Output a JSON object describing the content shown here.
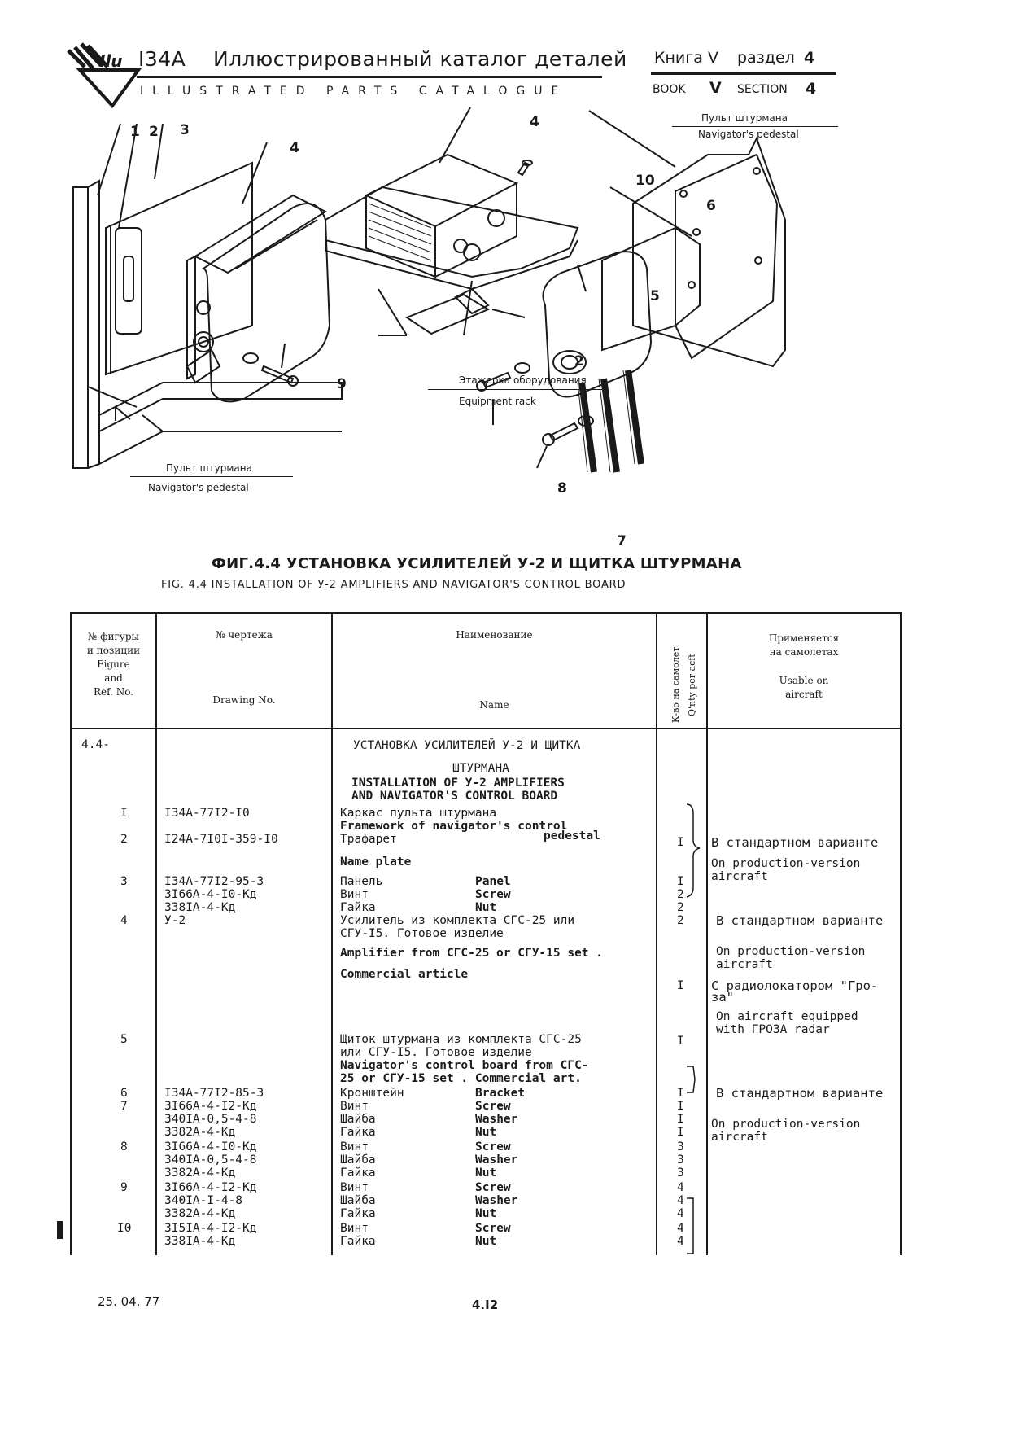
{
  "header": {
    "model": "I34A",
    "title_ru": "Иллюстрированный каталог деталей",
    "title_en": "ILLUSTRATED PARTS CATALOGUE",
    "book_ru_label": "Книга",
    "book_ru_num": "V",
    "section_ru_label": "раздел",
    "section_ru_num": "4",
    "book_en_label": "BOOK",
    "book_en_num": "V",
    "section_en_label": "SECTION",
    "section_en_num": "4"
  },
  "figure": {
    "labels": {
      "pedestal_ru_top": "Пульт штурмана",
      "pedestal_en_top": "Navigator's pedestal",
      "rack_ru": "Этажерка оборудования",
      "rack_en": "Equipment rack",
      "pedestal_ru_bottom": "Пульт штурмана",
      "pedestal_en_bottom": "Navigator's pedestal"
    },
    "callouts": [
      "1",
      "2",
      "3",
      "4",
      "4",
      "10",
      "6",
      "5",
      "2",
      "9",
      "8",
      "7"
    ],
    "caption_ru": "ФИГ.4.4 УСТАНОВКА УСИЛИТЕЛЕЙ У-2 И ЩИТКА ШТУРМАНА",
    "caption_en": "FIG. 4.4 INSTALLATION OF У-2 AMPLIFIERS AND NAVIGATOR'S CONTROL BOARD"
  },
  "table": {
    "headers": {
      "fig_ru": [
        "№ фигуры",
        "и позиции"
      ],
      "fig_en": [
        "Figure",
        "and",
        "Ref. No."
      ],
      "drawing_ru": "№ чертежа",
      "drawing_en": "Drawing No.",
      "name_ru": "Наименование",
      "name_en": "Name",
      "qty_ru": "К-во на самолет",
      "qty_en": "Q'nty per acft",
      "usable_ru": [
        "Применяется",
        "на самолетах"
      ],
      "usable_en": [
        "Usable on",
        "aircraft"
      ]
    },
    "group_ref": "4.4-",
    "group_title_ru": [
      "УСТАНОВКА УСИЛИТЕЛЕЙ У-2 И ЩИТКА",
      "ШТУРМАНА"
    ],
    "group_title_en": [
      "INSTALLATION OF У-2 AMPLIFIERS",
      "AND NAVIGATOR'S CONTROL BOARD"
    ],
    "rows": [
      {
        "ref": "I",
        "drawing": "I34A-77I2-I0",
        "name_ru": "Каркас пульта штурмана",
        "name_en": "",
        "qty": ""
      },
      {
        "ref": "",
        "drawing": "",
        "name_ru": "",
        "name_en": "Framework of navigator's control",
        "qty": ""
      },
      {
        "ref": "",
        "drawing": "",
        "name_ru": "",
        "name_en": "pedestal",
        "qty": ""
      },
      {
        "ref": "2",
        "drawing": "I24A-7I0I-359-I0",
        "name_ru": "Трафарет",
        "name_en": "",
        "qty": "I"
      },
      {
        "ref": "",
        "drawing": "",
        "name_ru": "",
        "name_en": "Name plate",
        "qty": ""
      },
      {
        "ref": "3",
        "drawing": "I34A-77I2-95-3",
        "name_ru": "Панель",
        "name_en": "Panel",
        "qty": "I"
      },
      {
        "ref": "",
        "drawing": "3I66A-4-I0-Кд",
        "name_ru": "Винт",
        "name_en": "Screw",
        "qty": "2"
      },
      {
        "ref": "",
        "drawing": "338IA-4-Кд",
        "name_ru": "Гайка",
        "name_en": "Nut",
        "qty": "2"
      },
      {
        "ref": "4",
        "drawing": "У-2",
        "name_ru": "Усилитель из комплекта СГС-25 или",
        "name_en": "",
        "qty": "2"
      },
      {
        "ref": "",
        "drawing": "",
        "name_ru": "СГУ-I5. Готовое изделие",
        "name_en": "",
        "qty": ""
      },
      {
        "ref": "",
        "drawing": "",
        "name_ru": "",
        "name_en": "Amplifier from СГС-25 or СГУ-15 set .",
        "qty": ""
      },
      {
        "ref": "",
        "drawing": "",
        "name_ru": "",
        "name_en": "Commercial article",
        "qty": "I"
      },
      {
        "ref": "5",
        "drawing": "",
        "name_ru": "Щиток штурмана из комплекта СГС-25",
        "name_en": "",
        "qty": "I"
      },
      {
        "ref": "",
        "drawing": "",
        "name_ru": "или СГУ-I5. Готовое изделие",
        "name_en": "",
        "qty": ""
      },
      {
        "ref": "",
        "drawing": "",
        "name_ru": "",
        "name_en": "Navigator's control board from СГС-",
        "qty": ""
      },
      {
        "ref": "",
        "drawing": "",
        "name_ru": "",
        "name_en": "25 or СГУ-15 set . Commercial art.",
        "qty": ""
      },
      {
        "ref": "6",
        "drawing": "I34A-77I2-85-3",
        "name_ru": "Кронштейн",
        "name_en": "Bracket",
        "qty": "I"
      },
      {
        "ref": "7",
        "drawing": "3I66A-4-I2-Кд",
        "name_ru": "Винт",
        "name_en": "Screw",
        "qty": "I"
      },
      {
        "ref": "",
        "drawing": "340IA-0,5-4-8",
        "name_ru": "Шайба",
        "name_en": "Washer",
        "qty": "I"
      },
      {
        "ref": "",
        "drawing": "3382A-4-Кд",
        "name_ru": "Гайка",
        "name_en": "Nut",
        "qty": "I"
      },
      {
        "ref": "8",
        "drawing": "3I66A-4-I0-Кд",
        "name_ru": "Винт",
        "name_en": "Screw",
        "qty": "3"
      },
      {
        "ref": "",
        "drawing": "340IA-0,5-4-8",
        "name_ru": "Шайба",
        "name_en": "Washer",
        "qty": "3"
      },
      {
        "ref": "",
        "drawing": "3382A-4-Кд",
        "name_ru": "Гайка",
        "name_en": "Nut",
        "qty": "3"
      },
      {
        "ref": "9",
        "drawing": "3I66A-4-I2-Кд",
        "name_ru": "Винт",
        "name_en": "Screw",
        "qty": "4"
      },
      {
        "ref": "",
        "drawing": "340IA-I-4-8",
        "name_ru": "Шайба",
        "name_en": "Washer",
        "qty": "4"
      },
      {
        "ref": "",
        "drawing": "3382A-4-Кд",
        "name_ru": "Гайка",
        "name_en": "Nut",
        "qty": "4"
      },
      {
        "ref": "I0",
        "drawing": "3I5IA-4-I2-Кд",
        "name_ru": "Винт",
        "name_en": "Screw",
        "qty": "4"
      },
      {
        "ref": "",
        "drawing": "338IA-4-Кд",
        "name_ru": "Гайка",
        "name_en": "Nut",
        "qty": "4"
      }
    ],
    "usable": [
      {
        "ru": "В стандартном варианте",
        "en": [
          "On production-version",
          "aircraft"
        ]
      },
      {
        "ru": "В стандартном варианте",
        "en": [
          "On production-version",
          "aircraft"
        ]
      },
      {
        "ru": "С радиолокатором \"Гро-\nза\"",
        "en": [
          "On aircraft equipped",
          "with ГРОЗА radar"
        ]
      },
      {
        "ru": "В стандартном варианте",
        "en": [
          "On production-version",
          "aircraft"
        ]
      }
    ]
  },
  "footer": {
    "date": "25. 04. 77",
    "page": "4.I2"
  }
}
